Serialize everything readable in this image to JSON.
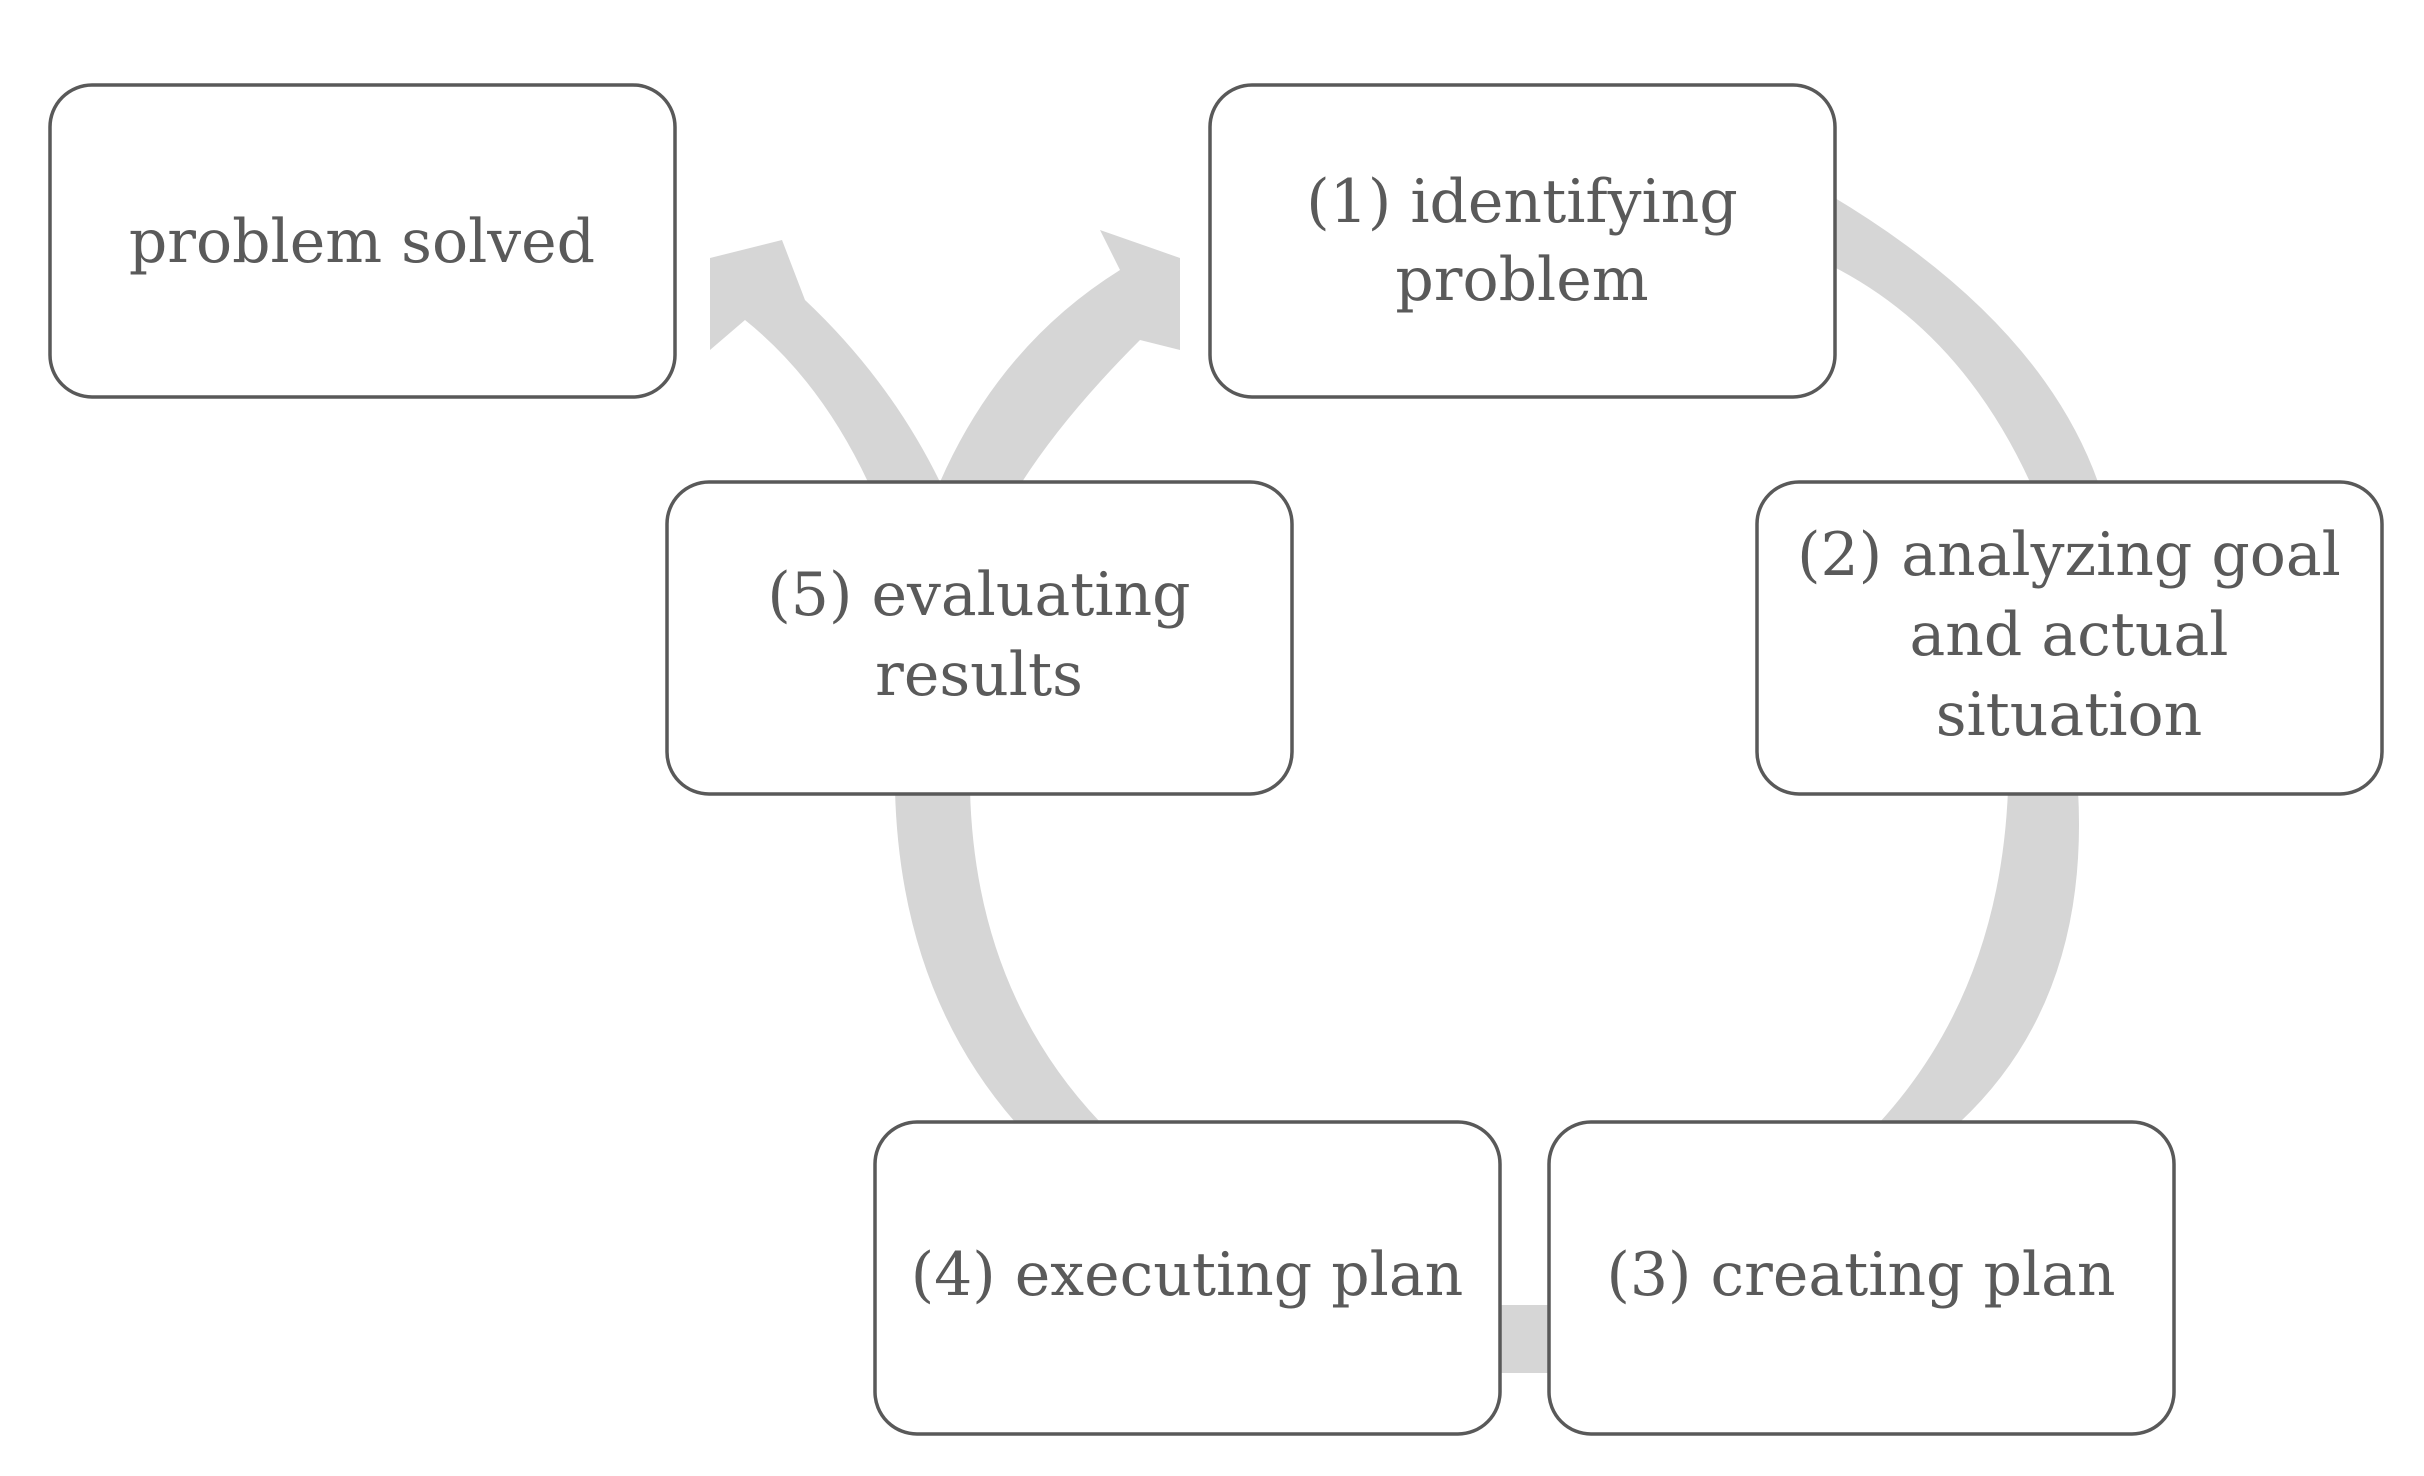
{
  "diagram": {
    "nodes": {
      "problem_solved": {
        "lines": [
          "problem solved"
        ]
      },
      "identifying_problem": {
        "lines": [
          "(1) identifying",
          "problem"
        ]
      },
      "analyzing_goal": {
        "lines": [
          "(2) analyzing goal",
          "and actual",
          "situation"
        ]
      },
      "creating_plan": {
        "lines": [
          "(3) creating plan"
        ]
      },
      "executing_plan": {
        "lines": [
          "(4) executing plan"
        ]
      },
      "evaluating_results": {
        "lines": [
          "(5) evaluating",
          "results"
        ]
      }
    },
    "colors": {
      "box_border": "#595959",
      "box_fill": "#ffffff",
      "text": "#5a5a5a",
      "arrow": "#d6d6d6"
    }
  }
}
